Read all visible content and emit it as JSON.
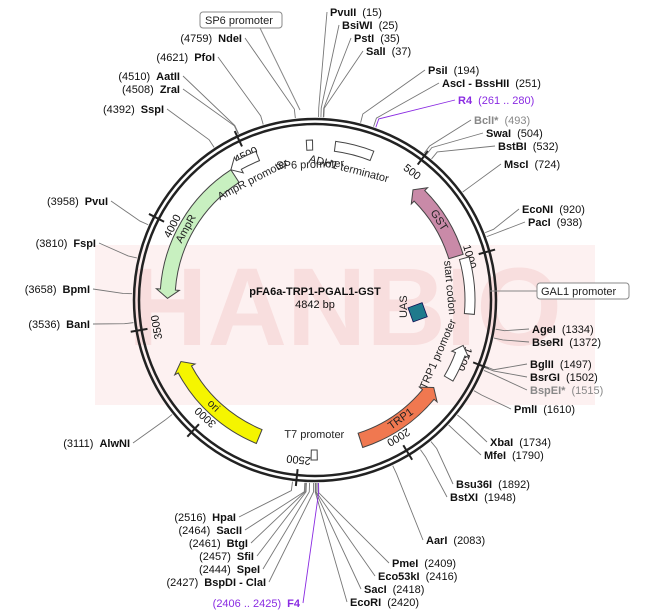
{
  "plasmid": {
    "name": "pFA6a-TRP1-PGAL1-GST",
    "length_label": "4842 bp",
    "total_bp": 4842
  },
  "watermark": "HANBIO",
  "ticks": [
    {
      "bp": 500,
      "label": "500"
    },
    {
      "bp": 1000,
      "label": "1000"
    },
    {
      "bp": 1500,
      "label": "1500"
    },
    {
      "bp": 2000,
      "label": "2000"
    },
    {
      "bp": 2500,
      "label": "2500"
    },
    {
      "bp": 3000,
      "label": "3000"
    },
    {
      "bp": 3500,
      "label": "3500"
    },
    {
      "bp": 4000,
      "label": "4000"
    },
    {
      "bp": 4500,
      "label": "4500"
    }
  ],
  "features": [
    {
      "id": "gst",
      "label": "GST",
      "start": 560,
      "end": 980,
      "ring": "inner",
      "color": "#c98aa8",
      "dir": "ccw"
    },
    {
      "id": "trp1",
      "label": "TRP1",
      "start": 1700,
      "end": 2180,
      "ring": "inner",
      "color": "#f07850",
      "dir": "ccw"
    },
    {
      "id": "ori",
      "label": "ori",
      "start": 2720,
      "end": 3300,
      "ring": "inner",
      "color": "#f5f500",
      "dir": "cw"
    },
    {
      "id": "ampr",
      "label": "AmpR",
      "start": 3640,
      "end": 4400,
      "ring": "inner",
      "color": "#c8f0c0",
      "dir": "ccw"
    },
    {
      "id": "adh1",
      "label": "ADH1 terminator",
      "start": 100,
      "end": 290,
      "ring": "mid",
      "color": "#ffffff",
      "dir": "none"
    },
    {
      "id": "startcodon",
      "label": "start codon",
      "start": 1000,
      "end": 1280,
      "ring": "mid",
      "color": "#ffffff",
      "dir": "none"
    },
    {
      "id": "trp1prom",
      "label": "TRP1 promoter",
      "start": 1440,
      "end": 1620,
      "ring": "mid",
      "color": "#ffffff",
      "dir": "ccw"
    },
    {
      "id": "amprprom",
      "label": "AmpR promoter",
      "start": 4400,
      "end": 4550,
      "ring": "mid",
      "color": "#ffffff",
      "dir": "ccw"
    },
    {
      "id": "t7prom",
      "label": "T7 promoter",
      "start": 2410,
      "end": 2440,
      "ring": "mid",
      "color": "#ffffff",
      "dir": "none"
    },
    {
      "id": "sp6prom",
      "label": "SP6 promoter",
      "start": 4800,
      "end": 4830,
      "ring": "mid",
      "color": "#ffffff",
      "dir": "none"
    }
  ],
  "boxed_labels": [
    {
      "id": "sp6",
      "text": "SP6 promoter"
    },
    {
      "id": "gal1",
      "text": "GAL1 promoter"
    }
  ],
  "uas_label": "UAS",
  "sites": [
    {
      "name": "PvuII",
      "pos": "(15)",
      "side": "right",
      "style": "normal"
    },
    {
      "name": "BsiWI",
      "pos": "(25)",
      "side": "right",
      "style": "normal"
    },
    {
      "name": "PstI",
      "pos": "(35)",
      "side": "right",
      "style": "normal"
    },
    {
      "name": "SalI",
      "pos": "(37)",
      "side": "right",
      "style": "normal"
    },
    {
      "name": "PsiI",
      "pos": "(194)",
      "side": "right",
      "style": "normal"
    },
    {
      "name": "AscI - BssHII",
      "pos": "(251)",
      "side": "right",
      "style": "normal"
    },
    {
      "name": "R4",
      "pos": "(261 .. 280)",
      "side": "right",
      "style": "purple"
    },
    {
      "name": "BclI*",
      "pos": "(493)",
      "side": "right",
      "style": "gray"
    },
    {
      "name": "SwaI",
      "pos": "(504)",
      "side": "right",
      "style": "normal"
    },
    {
      "name": "BstBI",
      "pos": "(532)",
      "side": "right",
      "style": "normal"
    },
    {
      "name": "MscI",
      "pos": "(724)",
      "side": "right",
      "style": "normal"
    },
    {
      "name": "EcoNI",
      "pos": "(920)",
      "side": "right",
      "style": "normal"
    },
    {
      "name": "PacI",
      "pos": "(938)",
      "side": "right",
      "style": "normal"
    },
    {
      "name": "AgeI",
      "pos": "(1334)",
      "side": "right",
      "style": "normal"
    },
    {
      "name": "BseRI",
      "pos": "(1372)",
      "side": "right",
      "style": "normal"
    },
    {
      "name": "BglII",
      "pos": "(1497)",
      "side": "right",
      "style": "normal"
    },
    {
      "name": "BsrGI",
      "pos": "(1502)",
      "side": "right",
      "style": "normal"
    },
    {
      "name": "BspEI*",
      "pos": "(1515)",
      "side": "right",
      "style": "gray"
    },
    {
      "name": "PmlI",
      "pos": "(1610)",
      "side": "right",
      "style": "normal"
    },
    {
      "name": "XbaI",
      "pos": "(1734)",
      "side": "right",
      "style": "normal"
    },
    {
      "name": "MfeI",
      "pos": "(1790)",
      "side": "right",
      "style": "normal"
    },
    {
      "name": "Bsu36I",
      "pos": "(1892)",
      "side": "right",
      "style": "normal"
    },
    {
      "name": "BstXI",
      "pos": "(1948)",
      "side": "right",
      "style": "normal"
    },
    {
      "name": "AarI",
      "pos": "(2083)",
      "side": "right",
      "style": "normal"
    },
    {
      "name": "PmeI",
      "pos": "(2409)",
      "side": "right",
      "style": "normal"
    },
    {
      "name": "Eco53kI",
      "pos": "(2416)",
      "side": "right",
      "style": "normal"
    },
    {
      "name": "SacI",
      "pos": "(2418)",
      "side": "right",
      "style": "normal"
    },
    {
      "name": "EcoRI",
      "pos": "(2420)",
      "side": "right",
      "style": "normal"
    },
    {
      "name": "F4",
      "pos": "(2406 .. 2425)",
      "side": "left",
      "style": "purple"
    },
    {
      "name": "BspDI - ClaI",
      "pos": "(2427)",
      "side": "left",
      "style": "normal"
    },
    {
      "name": "SpeI",
      "pos": "(2444)",
      "side": "left",
      "style": "normal"
    },
    {
      "name": "SfiI",
      "pos": "(2457)",
      "side": "left",
      "style": "normal"
    },
    {
      "name": "BtgI",
      "pos": "(2461)",
      "side": "left",
      "style": "normal"
    },
    {
      "name": "SacII",
      "pos": "(2464)",
      "side": "left",
      "style": "normal"
    },
    {
      "name": "HpaI",
      "pos": "(2516)",
      "side": "left",
      "style": "normal"
    },
    {
      "name": "AlwNI",
      "pos": "(3111)",
      "side": "left",
      "style": "normal"
    },
    {
      "name": "BanI",
      "pos": "(3536)",
      "side": "left",
      "style": "normal"
    },
    {
      "name": "BpmI",
      "pos": "(3658)",
      "side": "left",
      "style": "normal"
    },
    {
      "name": "FspI",
      "pos": "(3810)",
      "side": "left",
      "style": "normal"
    },
    {
      "name": "PvuI",
      "pos": "(3958)",
      "side": "left",
      "style": "normal"
    },
    {
      "name": "SspI",
      "pos": "(4392)",
      "side": "left",
      "style": "normal"
    },
    {
      "name": "ZraI",
      "pos": "(4508)",
      "side": "left",
      "style": "normal"
    },
    {
      "name": "AatII",
      "pos": "(4510)",
      "side": "left",
      "style": "normal"
    },
    {
      "name": "PfoI",
      "pos": "(4621)",
      "side": "left",
      "style": "normal"
    },
    {
      "name": "NdeI",
      "pos": "(4759)",
      "side": "left",
      "style": "normal"
    }
  ]
}
